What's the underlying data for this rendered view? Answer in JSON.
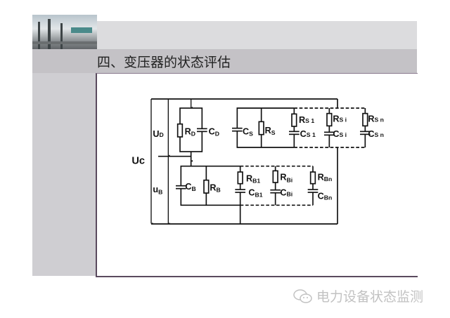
{
  "slide": {
    "title": "四、变压器的状态评估"
  },
  "diagram": {
    "labels": {
      "UD": {
        "m": "U",
        "s": "D"
      },
      "Uc": {
        "m": "U",
        "s": "c"
      },
      "uB": {
        "m": "u",
        "s": "B"
      },
      "RD": {
        "m": "R",
        "s": "D"
      },
      "CD": {
        "m": "C",
        "s": "D"
      },
      "CS": {
        "m": "C",
        "s": "S"
      },
      "RS": {
        "m": "R",
        "s": "S"
      },
      "RS1": {
        "m": "R",
        "s": "S 1"
      },
      "CS1": {
        "m": "C",
        "s": "S 1"
      },
      "RSi": {
        "m": "R",
        "s": "S i"
      },
      "CSi": {
        "m": "C",
        "s": "S i"
      },
      "RSn": {
        "m": "R",
        "s": "S n"
      },
      "CSn": {
        "m": "C",
        "s": "S n"
      },
      "CB": {
        "m": "C",
        "s": "B"
      },
      "RB": {
        "m": "R",
        "s": "B"
      },
      "RB1": {
        "m": "R",
        "s": "B1"
      },
      "CB1": {
        "m": "C",
        "s": "B1"
      },
      "RBi": {
        "m": "R",
        "s": "Bi"
      },
      "CBi": {
        "m": "C",
        "s": "Bi"
      },
      "RBn": {
        "m": "R",
        "s": "Bn"
      },
      "CBn": {
        "m": "C",
        "s": "Bn"
      }
    }
  },
  "watermark": {
    "text": "电力设备状态监测",
    "icon": "wechat-icon"
  }
}
